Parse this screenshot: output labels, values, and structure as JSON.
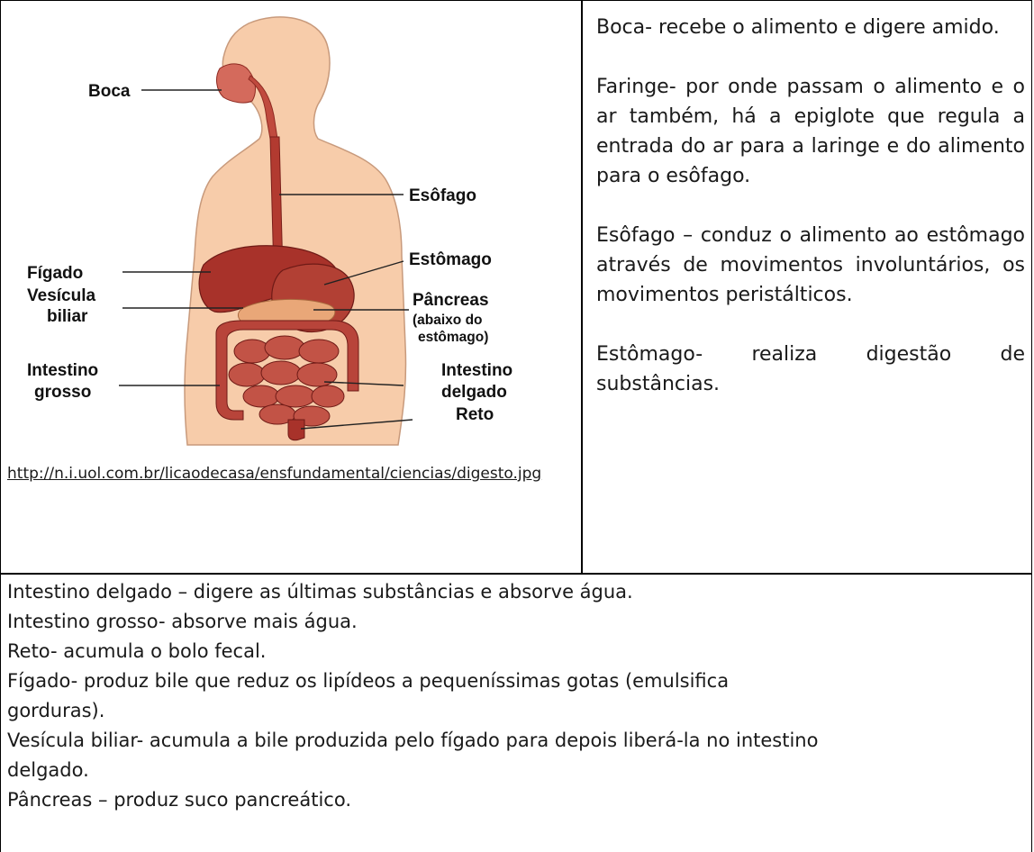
{
  "diagram": {
    "labels": {
      "boca": "Boca",
      "esofago": "Esôfago",
      "figado": "Fígado",
      "estomago": "Estômago",
      "vesicula_1": "Vesícula",
      "vesicula_2": "biliar",
      "pancreas": "Pâncreas",
      "pancreas_note_1": "(abaixo do",
      "pancreas_note_2": "estômago)",
      "intestino_grosso_1": "Intestino",
      "intestino_grosso_2": "grosso",
      "intestino_delgado_1": "Intestino",
      "intestino_delgado_2": "delgado",
      "reto": "Reto"
    },
    "source_url": "http://n.i.uol.com.br/licaodecasa/ensfundamental/ciencias/digesto.jpg"
  },
  "right_text": [
    "Boca- recebe o alimento e digere amido.",
    "Faringe- por onde passam o alimento e o ar também, há a epiglote que regula a entrada do ar para a laringe e do alimento para o esôfago.",
    "Esôfago – conduz o alimento ao estômago através de movimentos involuntários, os movimentos peristálticos.",
    "Estômago- realiza digestão de substâncias."
  ],
  "bottom_text": [
    "Intestino delgado – digere as últimas substâncias e absorve água.",
    "Intestino grosso- absorve mais água.",
    "Reto- acumula o bolo fecal.",
    "Fígado- produz bile que reduz os lipídeos a pequeníssimas gotas (emulsifica",
    "gorduras).",
    "Vesícula biliar- acumula a bile produzida pelo fígado para depois liberá-la no intestino",
    "delgado.",
    "Pâncreas – produz suco pancreático."
  ],
  "colors": {
    "skin": "#f7ccaa",
    "skin_outline": "#c89a7c",
    "organ_red": "#a8322a",
    "organ_dark": "#7a1e1a",
    "pancreas": "#e9a778",
    "intestine": "#b8443a",
    "line": "#222222"
  }
}
